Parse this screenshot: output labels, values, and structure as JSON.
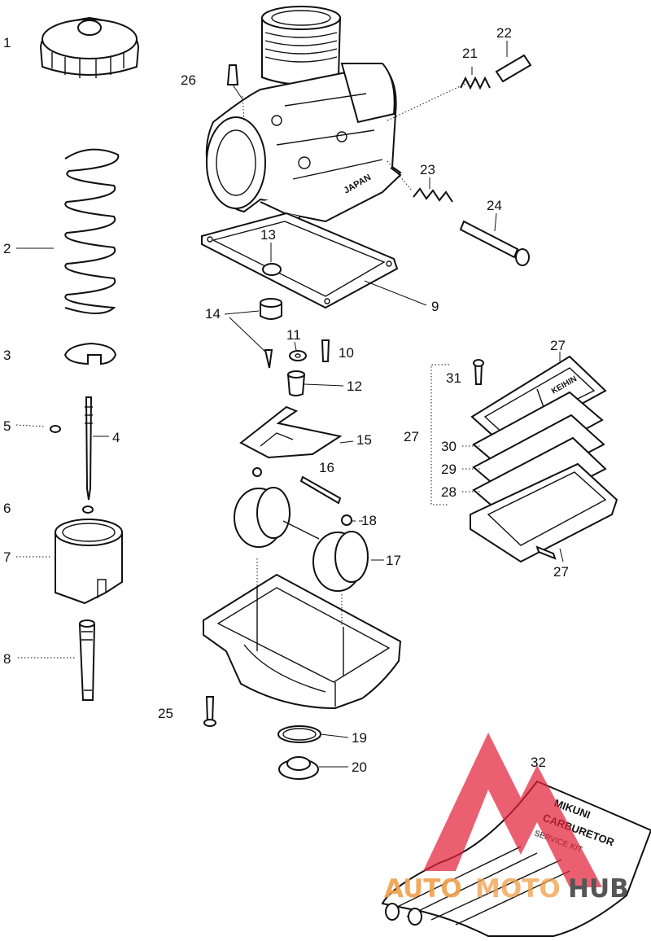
{
  "labels": [
    {
      "id": "1",
      "text": "1"
    },
    {
      "id": "2",
      "text": "2"
    },
    {
      "id": "3",
      "text": "3"
    },
    {
      "id": "4",
      "text": "4"
    },
    {
      "id": "5",
      "text": "5"
    },
    {
      "id": "6",
      "text": "6"
    },
    {
      "id": "7",
      "text": "7"
    },
    {
      "id": "8",
      "text": "8"
    },
    {
      "id": "9",
      "text": "9"
    },
    {
      "id": "10",
      "text": "10"
    },
    {
      "id": "11",
      "text": "11"
    },
    {
      "id": "12",
      "text": "12"
    },
    {
      "id": "13",
      "text": "13"
    },
    {
      "id": "14",
      "text": "14"
    },
    {
      "id": "15",
      "text": "15"
    },
    {
      "id": "16",
      "text": "16"
    },
    {
      "id": "17",
      "text": "17"
    },
    {
      "id": "18",
      "text": "18"
    },
    {
      "id": "19",
      "text": "19"
    },
    {
      "id": "20",
      "text": "20"
    },
    {
      "id": "21",
      "text": "21"
    },
    {
      "id": "22",
      "text": "22"
    },
    {
      "id": "23",
      "text": "23"
    },
    {
      "id": "24",
      "text": "24"
    },
    {
      "id": "25",
      "text": "25"
    },
    {
      "id": "26",
      "text": "26"
    },
    {
      "id": "27a",
      "text": "27"
    },
    {
      "id": "27b",
      "text": "27"
    },
    {
      "id": "27c",
      "text": "27"
    },
    {
      "id": "28",
      "text": "28"
    },
    {
      "id": "29",
      "text": "29"
    },
    {
      "id": "30",
      "text": "30"
    },
    {
      "id": "31",
      "text": "31"
    },
    {
      "id": "32",
      "text": "32"
    }
  ],
  "body_stamp": "JAPAN",
  "pump_stamp": "KEIHIN",
  "kit_text": {
    "line1": "MIKUNI",
    "line2": "CARBURETOR",
    "line3": "SERVICE KIT"
  },
  "watermark": {
    "auto": "AUTO",
    "moto": "MOTO",
    "hub": "HUB"
  },
  "colors": {
    "line": "#111111",
    "watermark_orange": "#f0a04a",
    "watermark_red": "#e2233a",
    "watermark_dark": "#444444"
  }
}
